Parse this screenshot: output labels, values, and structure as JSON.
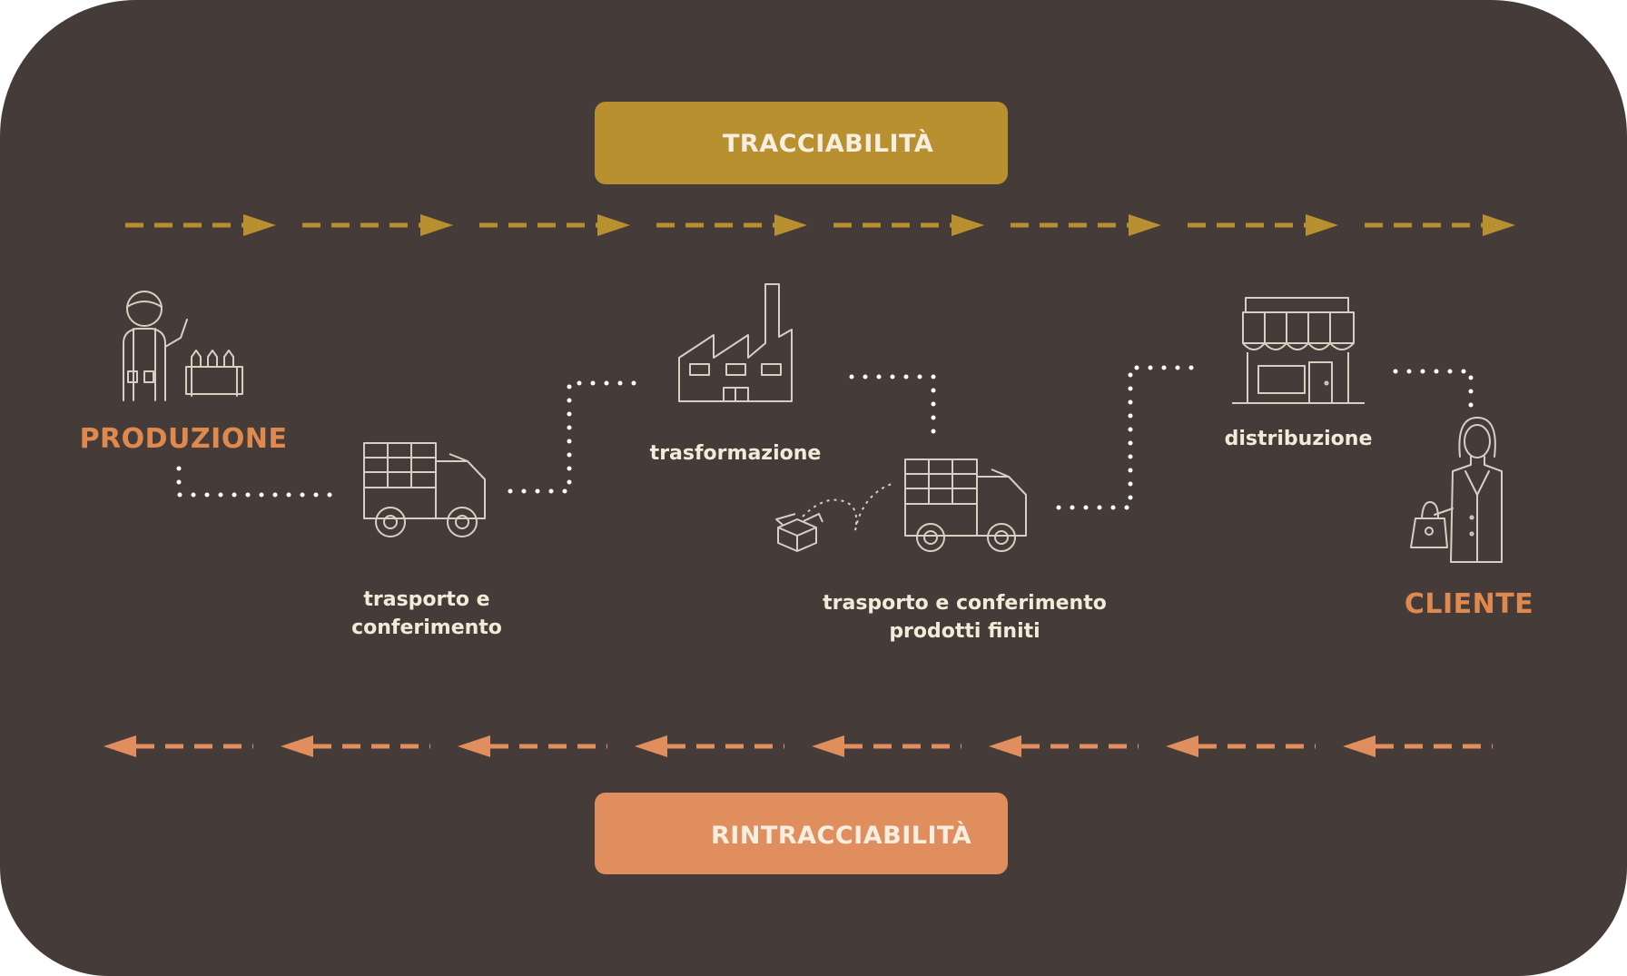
{
  "banners": {
    "traceability": {
      "label": "TRACCIABILITÀ",
      "color": "#b8902f",
      "icon": "clipboard-check-icon"
    },
    "retraceability": {
      "label": "RINTRACCIABILITÀ",
      "color": "#e08e5d",
      "icon": "dotted-path-icon"
    }
  },
  "stages": [
    {
      "id": "produzione",
      "label": "PRODUZIONE",
      "icon": "producer-icon"
    },
    {
      "id": "trasporto1",
      "label_lines": [
        "trasporto e",
        "conferimento"
      ],
      "icon": "truck-icon"
    },
    {
      "id": "trasformazione",
      "label": "trasformazione",
      "icon": "factory-icon"
    },
    {
      "id": "trasporto2",
      "label_lines": [
        "trasporto e conferimento",
        "prodotti finiti"
      ],
      "icon": "delivery-truck-icon"
    },
    {
      "id": "distribuzione",
      "label": "distribuzione",
      "icon": "store-icon"
    },
    {
      "id": "cliente",
      "label": "CLIENTE",
      "icon": "customer-icon"
    }
  ],
  "colors": {
    "background": "#453c39",
    "forward_arrow": "#b8902f",
    "backward_arrow": "#e08e5d",
    "dotted_path": "#ffffff",
    "icon_stroke": "#d9cfc0",
    "stage_highlight": "#e0894f"
  }
}
